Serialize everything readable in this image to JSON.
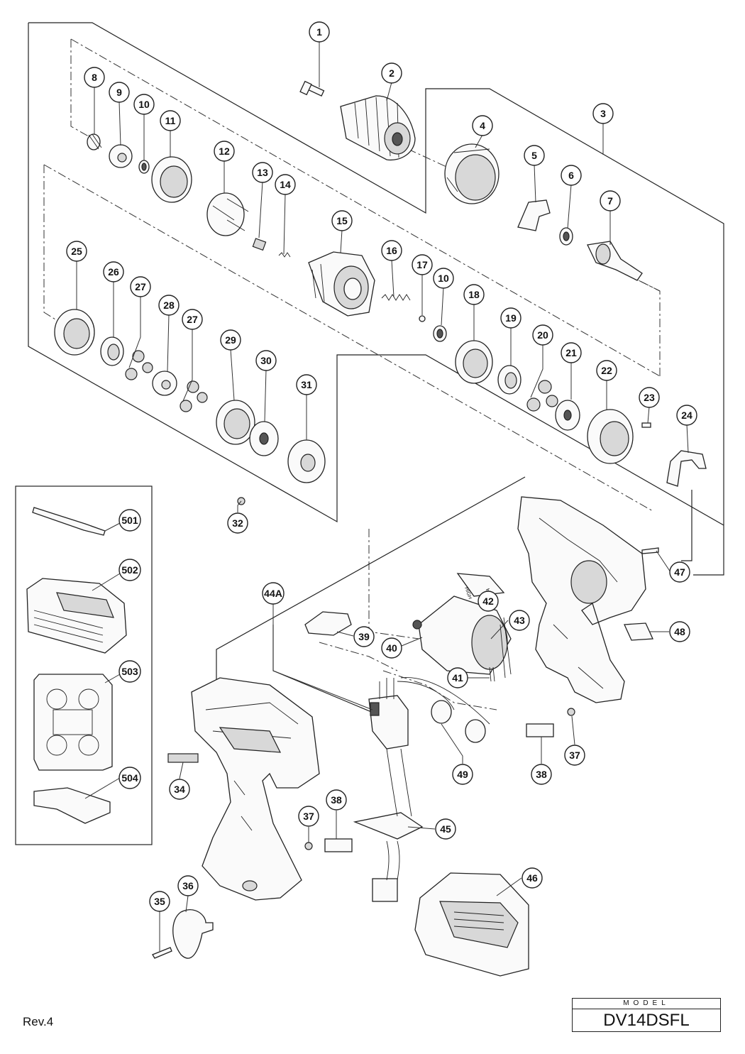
{
  "revision": "Rev.4",
  "model_caption": "MODEL",
  "model_number": "DV14DSFL",
  "switch_labels": {
    "high": "HIGH",
    "low": "LOW"
  },
  "callouts": [
    {
      "id": "c1",
      "label": "1"
    },
    {
      "id": "c2",
      "label": "2"
    },
    {
      "id": "c3",
      "label": "3"
    },
    {
      "id": "c4",
      "label": "4"
    },
    {
      "id": "c5",
      "label": "5"
    },
    {
      "id": "c6",
      "label": "6"
    },
    {
      "id": "c7",
      "label": "7"
    },
    {
      "id": "c8",
      "label": "8"
    },
    {
      "id": "c9",
      "label": "9"
    },
    {
      "id": "c10a",
      "label": "10"
    },
    {
      "id": "c11",
      "label": "11"
    },
    {
      "id": "c12",
      "label": "12"
    },
    {
      "id": "c13",
      "label": "13"
    },
    {
      "id": "c14",
      "label": "14"
    },
    {
      "id": "c15",
      "label": "15"
    },
    {
      "id": "c16",
      "label": "16"
    },
    {
      "id": "c17",
      "label": "17"
    },
    {
      "id": "c10b",
      "label": "10"
    },
    {
      "id": "c18",
      "label": "18"
    },
    {
      "id": "c19",
      "label": "19"
    },
    {
      "id": "c20",
      "label": "20"
    },
    {
      "id": "c21",
      "label": "21"
    },
    {
      "id": "c22",
      "label": "22"
    },
    {
      "id": "c23",
      "label": "23"
    },
    {
      "id": "c24",
      "label": "24"
    },
    {
      "id": "c25",
      "label": "25"
    },
    {
      "id": "c26",
      "label": "26"
    },
    {
      "id": "c27a",
      "label": "27"
    },
    {
      "id": "c28",
      "label": "28"
    },
    {
      "id": "c27b",
      "label": "27"
    },
    {
      "id": "c29",
      "label": "29"
    },
    {
      "id": "c30",
      "label": "30"
    },
    {
      "id": "c31",
      "label": "31"
    },
    {
      "id": "c32",
      "label": "32"
    },
    {
      "id": "c501",
      "label": "501"
    },
    {
      "id": "c502",
      "label": "502"
    },
    {
      "id": "c503",
      "label": "503"
    },
    {
      "id": "c504",
      "label": "504"
    },
    {
      "id": "c47",
      "label": "47"
    },
    {
      "id": "c42",
      "label": "42"
    },
    {
      "id": "c44a",
      "label": "44A"
    },
    {
      "id": "c43",
      "label": "43"
    },
    {
      "id": "c39",
      "label": "39"
    },
    {
      "id": "c40",
      "label": "40"
    },
    {
      "id": "c41",
      "label": "41"
    },
    {
      "id": "c48",
      "label": "48"
    },
    {
      "id": "c37a",
      "label": "37"
    },
    {
      "id": "c38a",
      "label": "38"
    },
    {
      "id": "c49",
      "label": "49"
    },
    {
      "id": "c34",
      "label": "34"
    },
    {
      "id": "c37b",
      "label": "37"
    },
    {
      "id": "c38b",
      "label": "38"
    },
    {
      "id": "c45",
      "label": "45"
    },
    {
      "id": "c46",
      "label": "46"
    },
    {
      "id": "c36",
      "label": "36"
    },
    {
      "id": "c35",
      "label": "35"
    }
  ]
}
